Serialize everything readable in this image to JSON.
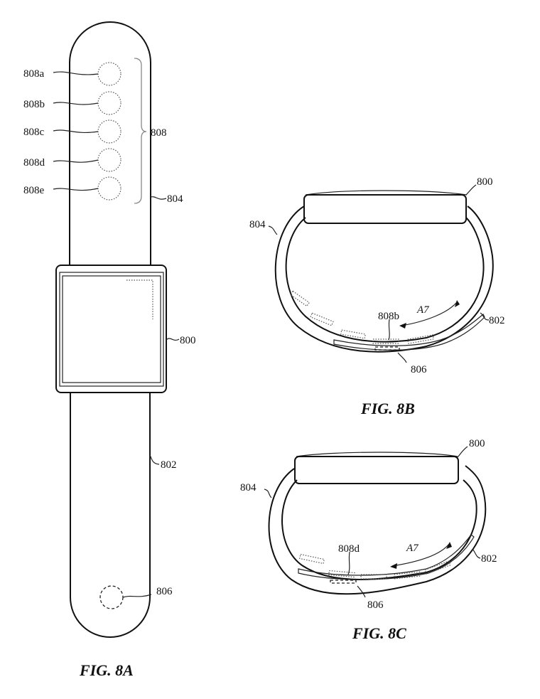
{
  "figures": {
    "fig8a": {
      "caption": "FIG. 8A",
      "labels": {
        "sensor_a": "808a",
        "sensor_b": "808b",
        "sensor_c": "808c",
        "sensor_d": "808d",
        "sensor_e": "808e",
        "sensor_group": "808",
        "upper_band": "804",
        "watch_body": "800",
        "lower_band": "802",
        "clasp": "806"
      }
    },
    "fig8b": {
      "caption": "FIG. 8B",
      "labels": {
        "watch_body": "800",
        "upper_band": "804",
        "lower_band": "802",
        "sensor": "808b",
        "clasp": "806",
        "motion": "A7"
      }
    },
    "fig8c": {
      "caption": "FIG. 8C",
      "labels": {
        "watch_body": "800",
        "upper_band": "804",
        "lower_band": "802",
        "sensor": "808d",
        "clasp": "806",
        "motion": "A7"
      }
    }
  },
  "colors": {
    "line": "#111111",
    "background": "#ffffff",
    "dotted": "#555555"
  }
}
